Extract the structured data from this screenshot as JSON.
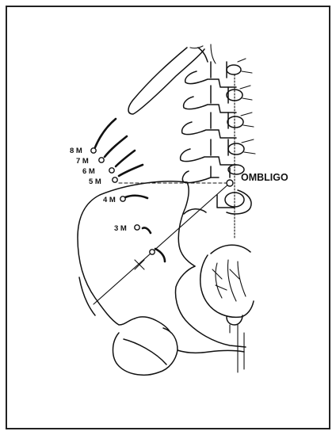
{
  "labels": {
    "m8": "8 M",
    "m7": "7 M",
    "m6": "6 M",
    "m5": "5 M",
    "m4": "4 M",
    "m3": "3 M",
    "ombligo": "OMBLIGO"
  },
  "colors": {
    "ink": "#111111",
    "border": "#222222",
    "background": "#ffffff"
  }
}
